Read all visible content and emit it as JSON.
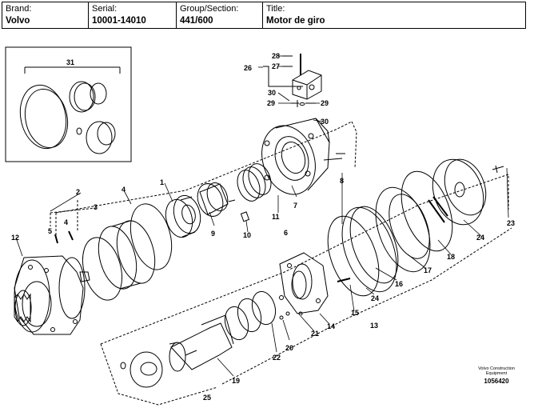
{
  "header": {
    "brand_label": "Brand:",
    "brand_value": "Volvo",
    "serial_label": "Serial:",
    "serial_value": "10001-14010",
    "group_label": "Group/Section:",
    "group_value": "441/600",
    "title_label": "Title:",
    "title_value": "Motor de giro"
  },
  "callouts": {
    "c31": "31",
    "c28": "28",
    "c26": "26",
    "c27": "27",
    "c30a": "30",
    "c29a": "29",
    "c29b": "29",
    "c30b": "30",
    "c1": "1",
    "c2": "2",
    "c3": "3",
    "c4a": "4",
    "c4b": "4",
    "c5": "5",
    "c8": "8",
    "c11": "11",
    "c7": "7",
    "c9": "9",
    "c10": "10",
    "c6": "6",
    "c12": "12",
    "c23": "23",
    "c24a": "24",
    "c18": "18",
    "c17": "17",
    "c16": "16",
    "c24b": "24",
    "c15": "15",
    "c14": "14",
    "c13": "13",
    "c21": "21",
    "c20": "20",
    "c22": "22",
    "c19": "19",
    "c25": "25"
  },
  "footer": {
    "caption": "Volvo Construction Equipment",
    "figure_number": "1056420"
  }
}
